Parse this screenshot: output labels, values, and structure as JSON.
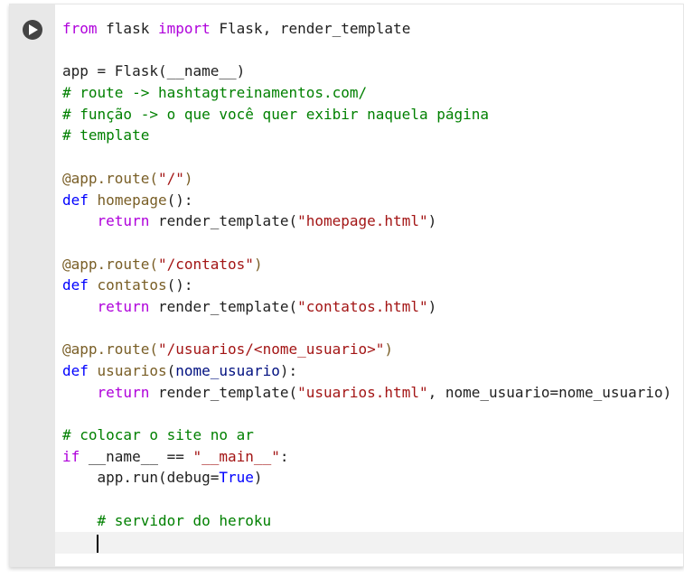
{
  "cell": {
    "run_button": "play-icon",
    "lines": [
      [
        {
          "t": "kw",
          "v": "from"
        },
        {
          "t": "",
          "v": " flask "
        },
        {
          "t": "kw",
          "v": "import"
        },
        {
          "t": "",
          "v": " Flask, render_template"
        }
      ],
      [],
      [
        {
          "t": "",
          "v": "app = Flask(__name__)"
        }
      ],
      [
        {
          "t": "cmt",
          "v": "# route -> hashtagtreinamentos.com/"
        }
      ],
      [
        {
          "t": "cmt",
          "v": "# função -> o que você quer exibir naquela página"
        }
      ],
      [
        {
          "t": "cmt",
          "v": "# template"
        }
      ],
      [],
      [
        {
          "t": "dec",
          "v": "@app.route("
        },
        {
          "t": "str",
          "v": "\"/\""
        },
        {
          "t": "dec",
          "v": ")"
        }
      ],
      [
        {
          "t": "kw2",
          "v": "def"
        },
        {
          "t": "",
          "v": " "
        },
        {
          "t": "fn",
          "v": "homepage"
        },
        {
          "t": "",
          "v": "():"
        }
      ],
      [
        {
          "t": "",
          "v": "    "
        },
        {
          "t": "kw",
          "v": "return"
        },
        {
          "t": "",
          "v": " render_template("
        },
        {
          "t": "str",
          "v": "\"homepage.html\""
        },
        {
          "t": "",
          "v": ")"
        }
      ],
      [],
      [
        {
          "t": "dec",
          "v": "@app.route("
        },
        {
          "t": "str",
          "v": "\"/contatos\""
        },
        {
          "t": "dec",
          "v": ")"
        }
      ],
      [
        {
          "t": "kw2",
          "v": "def"
        },
        {
          "t": "",
          "v": " "
        },
        {
          "t": "fn",
          "v": "contatos"
        },
        {
          "t": "",
          "v": "():"
        }
      ],
      [
        {
          "t": "",
          "v": "    "
        },
        {
          "t": "kw",
          "v": "return"
        },
        {
          "t": "",
          "v": " render_template("
        },
        {
          "t": "str",
          "v": "\"contatos.html\""
        },
        {
          "t": "",
          "v": ")"
        }
      ],
      [],
      [
        {
          "t": "dec",
          "v": "@app.route("
        },
        {
          "t": "str",
          "v": "\"/usuarios/<nome_usuario>\""
        },
        {
          "t": "dec",
          "v": ")"
        }
      ],
      [
        {
          "t": "kw2",
          "v": "def"
        },
        {
          "t": "",
          "v": " "
        },
        {
          "t": "fn",
          "v": "usuarios"
        },
        {
          "t": "",
          "v": "("
        },
        {
          "t": "var",
          "v": "nome_usuario"
        },
        {
          "t": "",
          "v": "):"
        }
      ],
      [
        {
          "t": "",
          "v": "    "
        },
        {
          "t": "kw",
          "v": "return"
        },
        {
          "t": "",
          "v": " render_template("
        },
        {
          "t": "str",
          "v": "\"usuarios.html\""
        },
        {
          "t": "",
          "v": ", nome_usuario=nome_usuario)"
        }
      ],
      [],
      [
        {
          "t": "cmt",
          "v": "# colocar o site no ar"
        }
      ],
      [
        {
          "t": "kw",
          "v": "if"
        },
        {
          "t": "",
          "v": " __name__ == "
        },
        {
          "t": "str",
          "v": "\"__main__\""
        },
        {
          "t": "",
          "v": ":"
        }
      ],
      [
        {
          "t": "",
          "v": "    app.run(debug="
        },
        {
          "t": "kw2",
          "v": "True"
        },
        {
          "t": "",
          "v": ")"
        }
      ],
      [],
      [
        {
          "t": "",
          "v": "    "
        },
        {
          "t": "cmt",
          "v": "# servidor do heroku"
        }
      ],
      [
        {
          "t": "",
          "v": "    "
        }
      ]
    ]
  }
}
